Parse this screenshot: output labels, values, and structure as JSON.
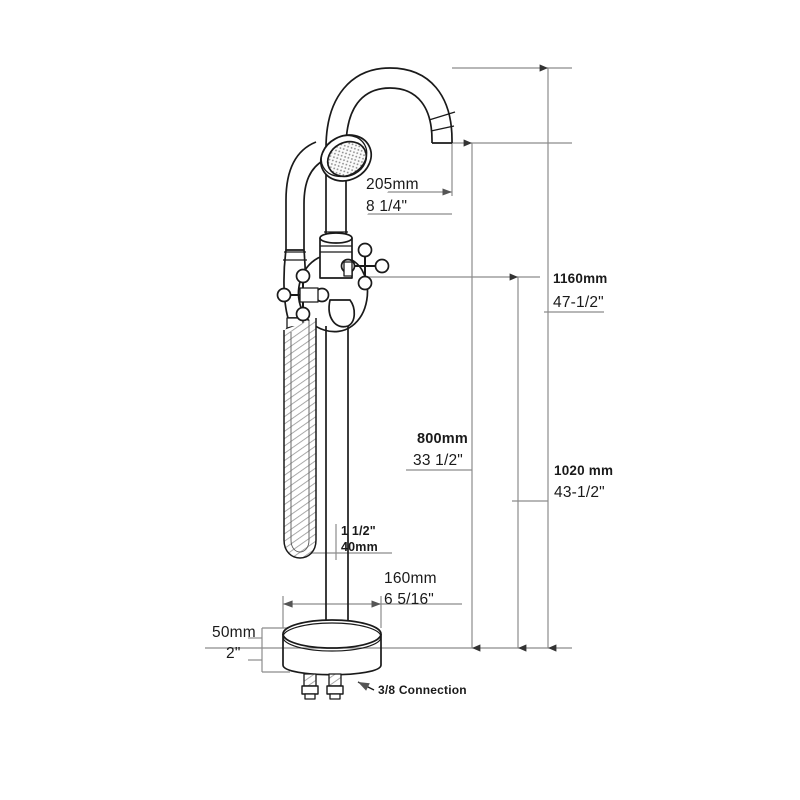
{
  "drawing": {
    "title": "Freestanding Tub Filler Faucet Dimension Drawing",
    "background_color": "#ffffff",
    "line_color": "#1a1a1a",
    "dimension_line_color": "#8c8c8c",
    "hatch_color": "#9a9a9a"
  },
  "dimensions": {
    "spout_reach": {
      "metric": "205mm",
      "imperial": "8 1/4\"",
      "orientation": "horizontal"
    },
    "overall_height": {
      "metric": "1160mm",
      "imperial": "47-1/2\"",
      "orientation": "vertical"
    },
    "spout_height": {
      "metric": "800mm",
      "imperial": "33 1/2\"",
      "orientation": "vertical"
    },
    "valve_height": {
      "metric": "1020 mm",
      "imperial": "43-1/2\"",
      "orientation": "vertical"
    },
    "riser_diameter": {
      "imperial": "1 1/2\"",
      "metric": "40mm",
      "orientation": "horizontal"
    },
    "base_diameter": {
      "metric": "160mm",
      "imperial": "6 5/16\"",
      "orientation": "horizontal"
    },
    "base_height": {
      "metric": "50mm",
      "imperial": "2\"",
      "orientation": "vertical"
    }
  },
  "callouts": {
    "connection": "3/8 Connection"
  },
  "components": {
    "spout": "gooseneck-spout",
    "handshower": "handheld-shower-head",
    "handles": "cross-handles",
    "hose": "braided-hose",
    "riser": "riser-pipe",
    "base": "cylindrical-floor-base",
    "fittings": "supply-connection-fittings"
  }
}
